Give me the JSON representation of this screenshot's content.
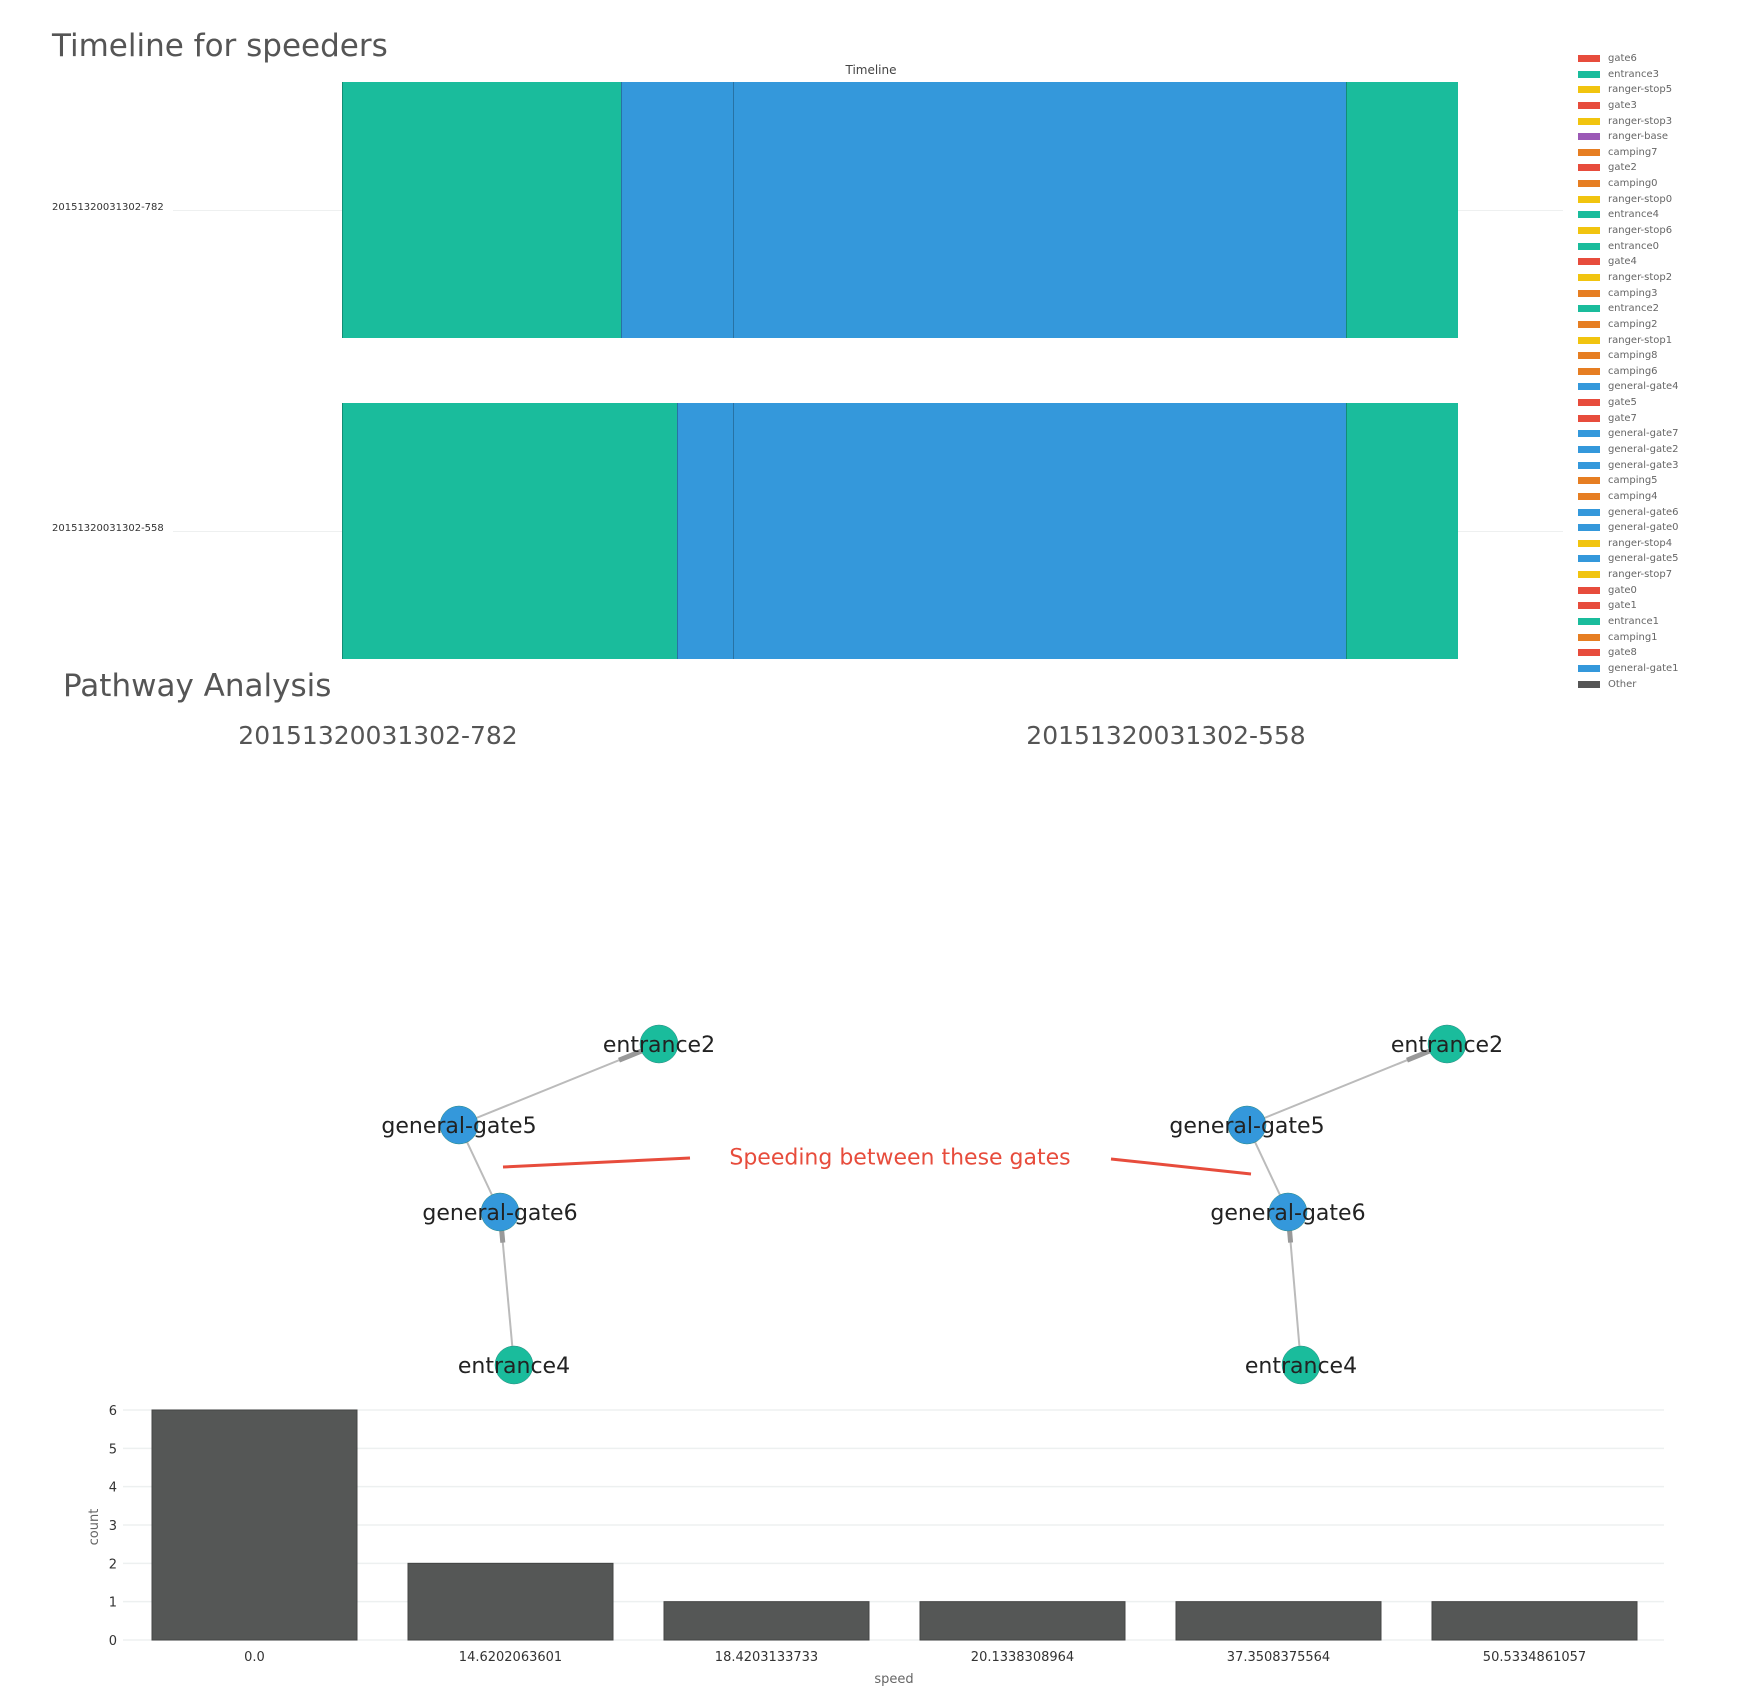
{
  "timeline": {
    "heading": "Timeline for speeders",
    "chart_title": "Timeline",
    "rows": [
      {
        "label": "20151320031302-782",
        "segments": [
          {
            "location": "entrance",
            "color": "#1abc9c",
            "duration": 0.25
          },
          {
            "location": "general-gate",
            "color": "#3498db",
            "duration": 0.1
          },
          {
            "location": "general-gate",
            "color": "#3498db",
            "duration": 0.55
          },
          {
            "location": "entrance",
            "color": "#1abc9c",
            "duration": 0.1
          }
        ]
      },
      {
        "label": "20151320031302-558",
        "segments": [
          {
            "location": "entrance",
            "color": "#1abc9c",
            "duration": 0.3
          },
          {
            "location": "general-gate",
            "color": "#3498db",
            "duration": 0.05
          },
          {
            "location": "general-gate",
            "color": "#3498db",
            "duration": 0.55
          },
          {
            "location": "entrance",
            "color": "#1abc9c",
            "duration": 0.1
          }
        ]
      }
    ],
    "legend": [
      {
        "label": "gate6",
        "color": "#e74c3c"
      },
      {
        "label": "entrance3",
        "color": "#1abc9c"
      },
      {
        "label": "ranger-stop5",
        "color": "#f1c40f"
      },
      {
        "label": "gate3",
        "color": "#e74c3c"
      },
      {
        "label": "ranger-stop3",
        "color": "#f1c40f"
      },
      {
        "label": "ranger-base",
        "color": "#9b59b6"
      },
      {
        "label": "camping7",
        "color": "#e67e22"
      },
      {
        "label": "gate2",
        "color": "#e74c3c"
      },
      {
        "label": "camping0",
        "color": "#e67e22"
      },
      {
        "label": "ranger-stop0",
        "color": "#f1c40f"
      },
      {
        "label": "entrance4",
        "color": "#1abc9c"
      },
      {
        "label": "ranger-stop6",
        "color": "#f1c40f"
      },
      {
        "label": "entrance0",
        "color": "#1abc9c"
      },
      {
        "label": "gate4",
        "color": "#e74c3c"
      },
      {
        "label": "ranger-stop2",
        "color": "#f1c40f"
      },
      {
        "label": "camping3",
        "color": "#e67e22"
      },
      {
        "label": "entrance2",
        "color": "#1abc9c"
      },
      {
        "label": "camping2",
        "color": "#e67e22"
      },
      {
        "label": "ranger-stop1",
        "color": "#f1c40f"
      },
      {
        "label": "camping8",
        "color": "#e67e22"
      },
      {
        "label": "camping6",
        "color": "#e67e22"
      },
      {
        "label": "general-gate4",
        "color": "#3498db"
      },
      {
        "label": "gate5",
        "color": "#e74c3c"
      },
      {
        "label": "gate7",
        "color": "#e74c3c"
      },
      {
        "label": "general-gate7",
        "color": "#3498db"
      },
      {
        "label": "general-gate2",
        "color": "#3498db"
      },
      {
        "label": "general-gate3",
        "color": "#3498db"
      },
      {
        "label": "camping5",
        "color": "#e67e22"
      },
      {
        "label": "camping4",
        "color": "#e67e22"
      },
      {
        "label": "general-gate6",
        "color": "#3498db"
      },
      {
        "label": "general-gate0",
        "color": "#3498db"
      },
      {
        "label": "ranger-stop4",
        "color": "#f1c40f"
      },
      {
        "label": "general-gate5",
        "color": "#3498db"
      },
      {
        "label": "ranger-stop7",
        "color": "#f1c40f"
      },
      {
        "label": "gate0",
        "color": "#e74c3c"
      },
      {
        "label": "gate1",
        "color": "#e74c3c"
      },
      {
        "label": "entrance1",
        "color": "#1abc9c"
      },
      {
        "label": "camping1",
        "color": "#e67e22"
      },
      {
        "label": "gate8",
        "color": "#e74c3c"
      },
      {
        "label": "general-gate1",
        "color": "#3498db"
      },
      {
        "label": "Other",
        "color": "#555555"
      }
    ]
  },
  "pathway": {
    "heading": "Pathway Analysis",
    "graphs": [
      {
        "title": "20151320031302-782"
      },
      {
        "title": "20151320031302-558"
      }
    ],
    "nodes": [
      {
        "id": "entrance2",
        "label": "entrance2",
        "color": "#1abc9c"
      },
      {
        "id": "general-gate5",
        "label": "general-gate5",
        "color": "#3498db"
      },
      {
        "id": "general-gate6",
        "label": "general-gate6",
        "color": "#3498db"
      },
      {
        "id": "entrance4",
        "label": "entrance4",
        "color": "#1abc9c"
      }
    ],
    "edges": [
      [
        "entrance4",
        "general-gate6"
      ],
      [
        "general-gate6",
        "general-gate5"
      ],
      [
        "general-gate5",
        "entrance2"
      ]
    ],
    "annotation": "Speeding between these gates",
    "annotation_color": "#e74c3c"
  },
  "chart_data": {
    "type": "bar",
    "title": "",
    "xlabel": "speed",
    "ylabel": "count",
    "categories": [
      "0.0",
      "14.6202063601",
      "18.4203133733",
      "20.1338308964",
      "37.3508375564",
      "50.5334861057"
    ],
    "values": [
      6,
      2,
      1,
      1,
      1,
      1
    ],
    "ylim": [
      0,
      6
    ],
    "yticks": [
      "0",
      "1",
      "2",
      "3",
      "4",
      "5",
      "6"
    ],
    "grid": true,
    "bar_color": "#555756"
  }
}
